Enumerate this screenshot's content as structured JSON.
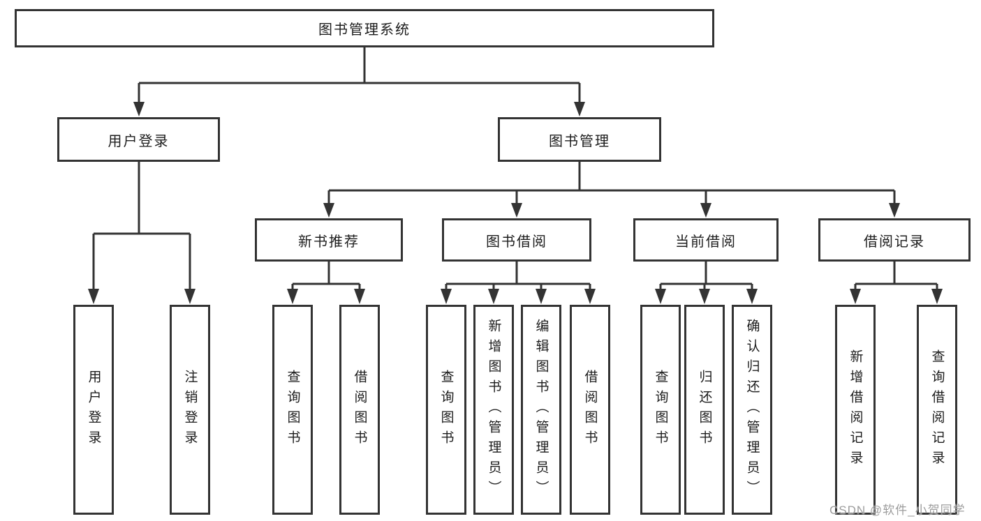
{
  "tree": {
    "root": "图书管理系统",
    "level2": {
      "user_login": "用户登录",
      "book_management": "图书管理"
    },
    "level3": {
      "new_book_recommend": "新书推荐",
      "book_borrow": "图书借阅",
      "current_borrow": "当前借阅",
      "borrow_records": "借阅记录"
    },
    "leaves": {
      "user_login": "用户登录",
      "logout": "注销登录",
      "nb_search": "查询图书",
      "nb_borrow": "借阅图书",
      "bb_search": "查询图书",
      "bb_add": "新增图书（管理员）",
      "bb_edit": "编辑图书（管理员）",
      "bb_borrow": "借阅图书",
      "cb_search": "查询图书",
      "cb_return": "归还图书",
      "cb_confirm": "确认归还（管理员）",
      "br_add": "新增借阅记录",
      "br_search": "查询借阅记录"
    }
  },
  "watermark": "CSDN @软件_小贺同学",
  "colors": {
    "line": "#333333",
    "box_border": "#333333",
    "text": "#1c1c1c",
    "watermark": "#9c9c9c",
    "background": "#ffffff"
  }
}
